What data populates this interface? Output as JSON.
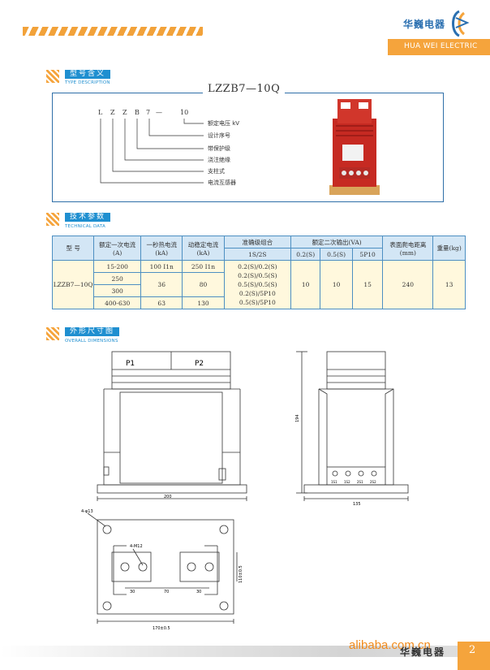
{
  "header": {
    "brand_cn": "华巍电器",
    "brand_en": "HUA WEI ELECTRIC"
  },
  "sections": {
    "type": {
      "title": "型号含义",
      "subtitle": "TYPE DESCRIPTION"
    },
    "tech": {
      "title": "技术参数",
      "subtitle": "TECHNICAL DATA"
    },
    "dims": {
      "title": "外形尺寸图",
      "subtitle": "OVERALL DIMENSIONS"
    }
  },
  "type_description": {
    "model": "LZZB7—10Q",
    "code": [
      "L",
      "Z",
      "Z",
      "B",
      "7",
      "—",
      "10"
    ],
    "legend": [
      "额定电压 kV",
      "设计序号",
      "带保护级",
      "浇注绝缘",
      "支柱式",
      "电流互感器"
    ]
  },
  "tech_table": {
    "headers": {
      "model": "型 号",
      "rated_current": "额定一次电流 (A)",
      "thermal": "一秒热电流(kA)",
      "dynamic": "动稳定电流(kA)",
      "accuracy": "准确级组合",
      "accuracy_sub": "1S/2S",
      "secondary": "额定二次输出(VA)",
      "sec_02": "0.2(S)",
      "sec_05": "0.5(S)",
      "sec_5p10": "5P10",
      "creepage": "表面爬电距离(mm)",
      "weight": "重量(kg)"
    },
    "model": "LZZB7—10Q",
    "currents": [
      "15-200",
      "250",
      "300",
      "400-630"
    ],
    "thermal": [
      "100 I1n",
      "36",
      "63"
    ],
    "dynamic": [
      "250 I1n",
      "80",
      "130"
    ],
    "accuracy": [
      "0.2(S)/0.2(S)",
      "0.2(S)/0.5(S)",
      "0.5(S)/0.5(S)",
      "0.2(S)/5P10",
      "0.5(S)/5P10"
    ],
    "out_02": "10",
    "out_05": "10",
    "out_5p10": "15",
    "creepage": "240",
    "weight": "13"
  },
  "drawing": {
    "p1": "P1",
    "p2": "P2",
    "width_front": "200",
    "height_side": "194",
    "width_side": "135",
    "hole_label": "4-φ13",
    "thread_label": "4-M12",
    "dim_30a": "30",
    "dim_70": "70",
    "dim_30b": "30",
    "dim_base_h": "110±0.5",
    "dim_base_w": "170±0.5",
    "terminals": [
      "1S1",
      "1S2",
      "2S1",
      "2S2"
    ]
  },
  "footer": {
    "brand_cn": "华巍电器",
    "page": "2",
    "watermark": "alibaba.com.cn"
  }
}
